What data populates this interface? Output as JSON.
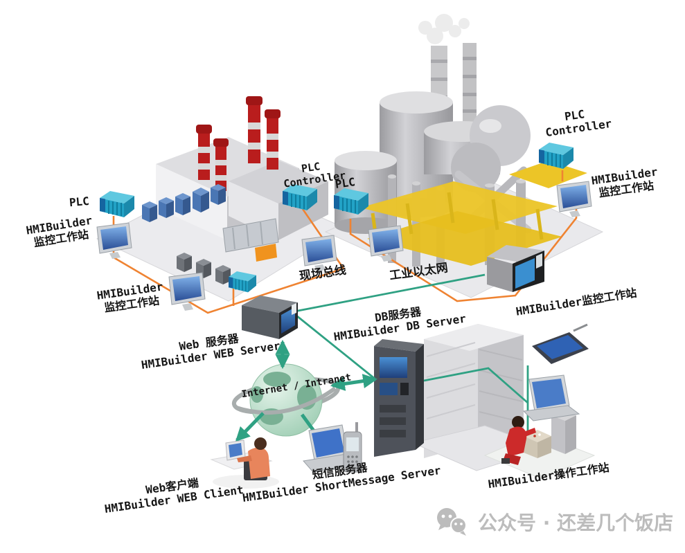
{
  "labels": {
    "plc_left": "PLC",
    "workstation_left_top": {
      "en": "HMIBuilder",
      "cn": "监控工作站"
    },
    "plc_controller_left": {
      "line1": "PLC",
      "line2": "Controller"
    },
    "workstation_left_bottom": {
      "en": "HMIBuilder",
      "cn": "监控工作站"
    },
    "plc_tank": "PLC",
    "plc_controller_right": {
      "line1": "PLC",
      "line2": "Controller"
    },
    "workstation_right_top": {
      "en": "HMIBuilder",
      "cn": "监控工作站"
    },
    "fieldbus": "现场总线",
    "industrial_ethernet": "工业以太网",
    "web_server": {
      "cn": "Web 服务器",
      "en": "HMIBuilder WEB Server"
    },
    "db_server": {
      "cn": "DB服务器",
      "en": "HMIBuilder DB Server"
    },
    "internet": "Internet / Intranet",
    "workstation_right_mid": "HMIBuilder监控工作站",
    "web_client": {
      "cn": "Web客户端",
      "en": "HMIBuilder WEB Client"
    },
    "sms_server": {
      "cn": "短信服务器",
      "en": "HMIBuilder ShortMessage Server"
    },
    "operator_workstation": "HMIBuilder操作工作站"
  },
  "watermark": {
    "text": "公众号 · 还差几个饭店",
    "icon": "wechat-icon"
  },
  "colors": {
    "fieldbus_orange": "#ef8332",
    "ethernet_teal": "#2fa183",
    "plc_teal": "#22a2c6",
    "chimney_red": "#b91d1d",
    "structure_yellow": "#ecc527",
    "screen_blue": "#2a4e96",
    "watermark_gray": "#bcbcbc"
  }
}
